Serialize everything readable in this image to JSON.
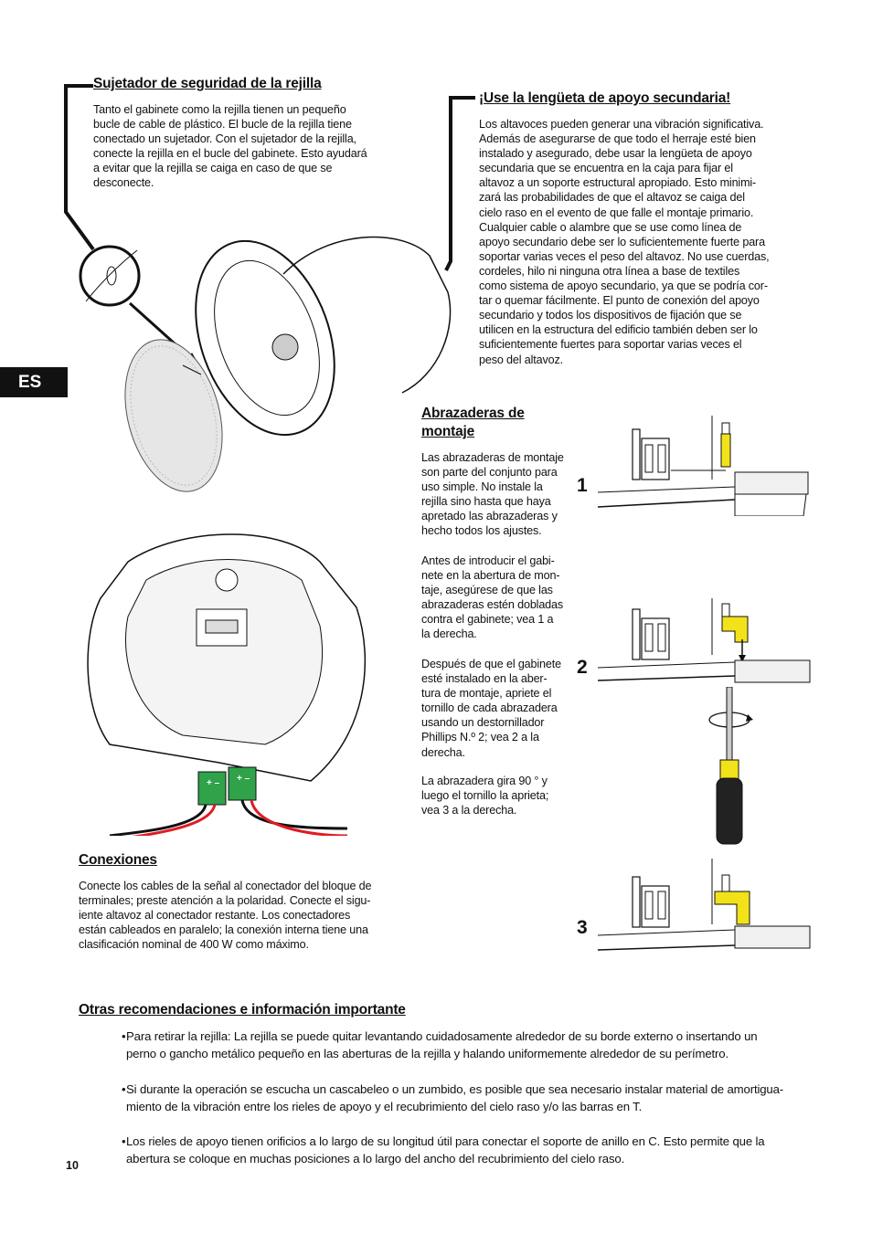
{
  "lang_tab": "ES",
  "page_number": "10",
  "grille_safety": {
    "heading": "Sujetador de seguridad de la rejilla",
    "text": "Tanto el gabinete como la rejilla tienen un pequeño\nbucle de cable de plástico. El bucle de la rejilla tiene\nconectado un sujetador. Con el sujetador de la rejilla,\nconecte la rejilla en el bucle del gabinete. Esto ayudará\na evitar que la rejilla se caiga en caso de que se\ndesconecte."
  },
  "secondary_tab": {
    "heading": "¡Use la lengüeta de apoyo secundaria!",
    "text": "Los altavoces pueden generar una vibración significativa.\nAdemás de asegurarse de que todo el herraje esté bien\ninstalado y asegurado, debe usar la lengüeta de apoyo\nsecundaria que se encuentra en la caja para fijar el\naltavoz a un soporte estructural apropiado. Esto minimi-\nzará las probabilidades de que el altavoz se caiga del\ncielo raso en el evento de que falle el montaje primario.\nCualquier cable o alambre que se use como línea de\napoyo secundario debe ser lo suficientemente fuerte para\nsoportar varias veces el peso del altavoz. No use cuerdas,\ncordeles, hilo ni ninguna otra línea a base de textiles\ncomo sistema de apoyo secundario, ya que se podría cor-\ntar o quemar fácilmente. El punto de conexión del apoyo\nsecundario y todos los dispositivos de fijación que se\nutilicen en la estructura del edificio también deben ser lo\nsuficientemente fuertes para soportar varias veces el\npeso del altavoz."
  },
  "clamps": {
    "heading_line1": "Abrazaderas de",
    "heading_line2": "montaje",
    "para1": "Las abrazaderas de montaje\nson parte del conjunto para\nuso simple. No instale la\nrejilla sino hasta que haya\napretado las abrazaderas y\nhecho todos los ajustes.",
    "para2": "Antes de introducir el gabi-\nnete en la abertura de mon-\ntaje, asegúrese de que las\nabrazaderas estén dobladas\ncontra el gabinete; vea 1 a\nla derecha.",
    "para3": "Después de que el gabinete\nesté instalado en la aber-\ntura de montaje, apriete el\ntornillo de cada abrazadera\nusando un destornillador\nPhillips N.º 2; vea 2 a la\nderecha.",
    "para4": "La abrazadera gira 90 ° y\nluego el tornillo la aprieta;\nvea 3 a la derecha.",
    "steps": [
      "1",
      "2",
      "3"
    ]
  },
  "connections": {
    "heading": "Conexiones",
    "text": "Conecte los cables de la señal al conectador del bloque de\nterminales; preste atención a la polaridad. Conecte el sigu-\niente altavoz al conectador restante. Los conectadores\nestán cableados en paralelo; la conexión interna tiene una\nclasificación nominal de 400 W como máximo.",
    "terminal_label": "+ –"
  },
  "other": {
    "heading": "Otras recomendaciones e información importante",
    "bullets": [
      "Para retirar la rejilla: La rejilla se puede quitar levantando cuidadosamente alrededor de su borde externo o insertando un\nperno o gancho metálico pequeño en las aberturas de la rejilla y halando uniformemente alrededor de su perímetro.",
      "Si durante la operación se escucha un cascabeleo o un zumbido, es posible que sea necesario instalar material de amortigua-\nmiento de la vibración entre los rieles de apoyo y el recubrimiento del cielo raso y/o las barras en T.",
      "Los rieles de apoyo tienen orificios a lo largo de su longitud útil para conectar el soporte de anillo en C. Esto permite que la\nabertura se coloque en muchas posiciones a lo largo del ancho del recubrimiento del cielo raso."
    ]
  },
  "colors": {
    "clamp_yellow": "#f2e21a",
    "terminal_green": "#2fa24a",
    "wire_red": "#e01b24",
    "wire_black": "#111111"
  }
}
